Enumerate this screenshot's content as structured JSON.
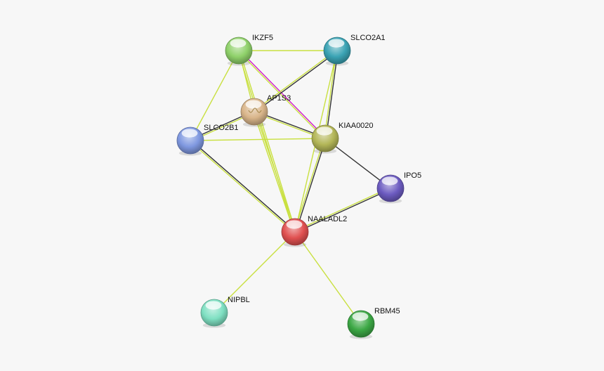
{
  "network": {
    "nodes": [
      {
        "id": "IKZF5",
        "label": "IKZF5",
        "color": "#8fd16a"
      },
      {
        "id": "SLCO2A1",
        "label": "SLCO2A1",
        "color": "#3aa3b4"
      },
      {
        "id": "AP1S3",
        "label": "AP1S3",
        "color": "#d9b58a"
      },
      {
        "id": "SLCO2B1",
        "label": "SLCO2B1",
        "color": "#7f98e0"
      },
      {
        "id": "KIAA0020",
        "label": "KIAA0020",
        "color": "#b3b657"
      },
      {
        "id": "IPO5",
        "label": "IPO5",
        "color": "#6c5bc1"
      },
      {
        "id": "NAALADL2",
        "label": "NAALADL2",
        "color": "#e05050"
      },
      {
        "id": "NIPBL",
        "label": "NIPBL",
        "color": "#7fe0c2"
      },
      {
        "id": "RBM45",
        "label": "RBM45",
        "color": "#3ca845"
      }
    ],
    "edges": [
      {
        "source": "IKZF5",
        "target": "SLCO2A1",
        "colors": [
          "#c9e040"
        ]
      },
      {
        "source": "IKZF5",
        "target": "SLCO2B1",
        "colors": [
          "#c9e040"
        ]
      },
      {
        "source": "IKZF5",
        "target": "AP1S3",
        "colors": [
          "#c9e040"
        ]
      },
      {
        "source": "IKZF5",
        "target": "KIAA0020",
        "colors": [
          "#d01ccc",
          "#c9e040"
        ]
      },
      {
        "source": "IKZF5",
        "target": "NAALADL2",
        "colors": [
          "#c9e040",
          "#c9e040"
        ]
      },
      {
        "source": "SLCO2A1",
        "target": "AP1S3",
        "colors": [
          "#333333",
          "#c9e040"
        ]
      },
      {
        "source": "SLCO2A1",
        "target": "KIAA0020",
        "colors": [
          "#333333",
          "#c9e040"
        ]
      },
      {
        "source": "SLCO2A1",
        "target": "NAALADL2",
        "colors": [
          "#c9e040"
        ]
      },
      {
        "source": "AP1S3",
        "target": "SLCO2B1",
        "colors": [
          "#c9e040",
          "#333333"
        ]
      },
      {
        "source": "AP1S3",
        "target": "KIAA0020",
        "colors": [
          "#333333",
          "#c9e040"
        ]
      },
      {
        "source": "AP1S3",
        "target": "NAALADL2",
        "colors": [
          "#c9e040",
          "#c9e040"
        ]
      },
      {
        "source": "SLCO2B1",
        "target": "KIAA0020",
        "colors": [
          "#c9e040"
        ]
      },
      {
        "source": "SLCO2B1",
        "target": "NAALADL2",
        "colors": [
          "#333333",
          "#c9e040"
        ]
      },
      {
        "source": "KIAA0020",
        "target": "IPO5",
        "colors": [
          "#333333"
        ]
      },
      {
        "source": "KIAA0020",
        "target": "NAALADL2",
        "colors": [
          "#333333",
          "#c9e040"
        ]
      },
      {
        "source": "IPO5",
        "target": "NAALADL2",
        "colors": [
          "#333333",
          "#c9e040"
        ]
      },
      {
        "source": "NAALADL2",
        "target": "NIPBL",
        "colors": [
          "#c9e040"
        ]
      },
      {
        "source": "NAALADL2",
        "target": "RBM45",
        "colors": [
          "#c9e040"
        ]
      }
    ]
  }
}
